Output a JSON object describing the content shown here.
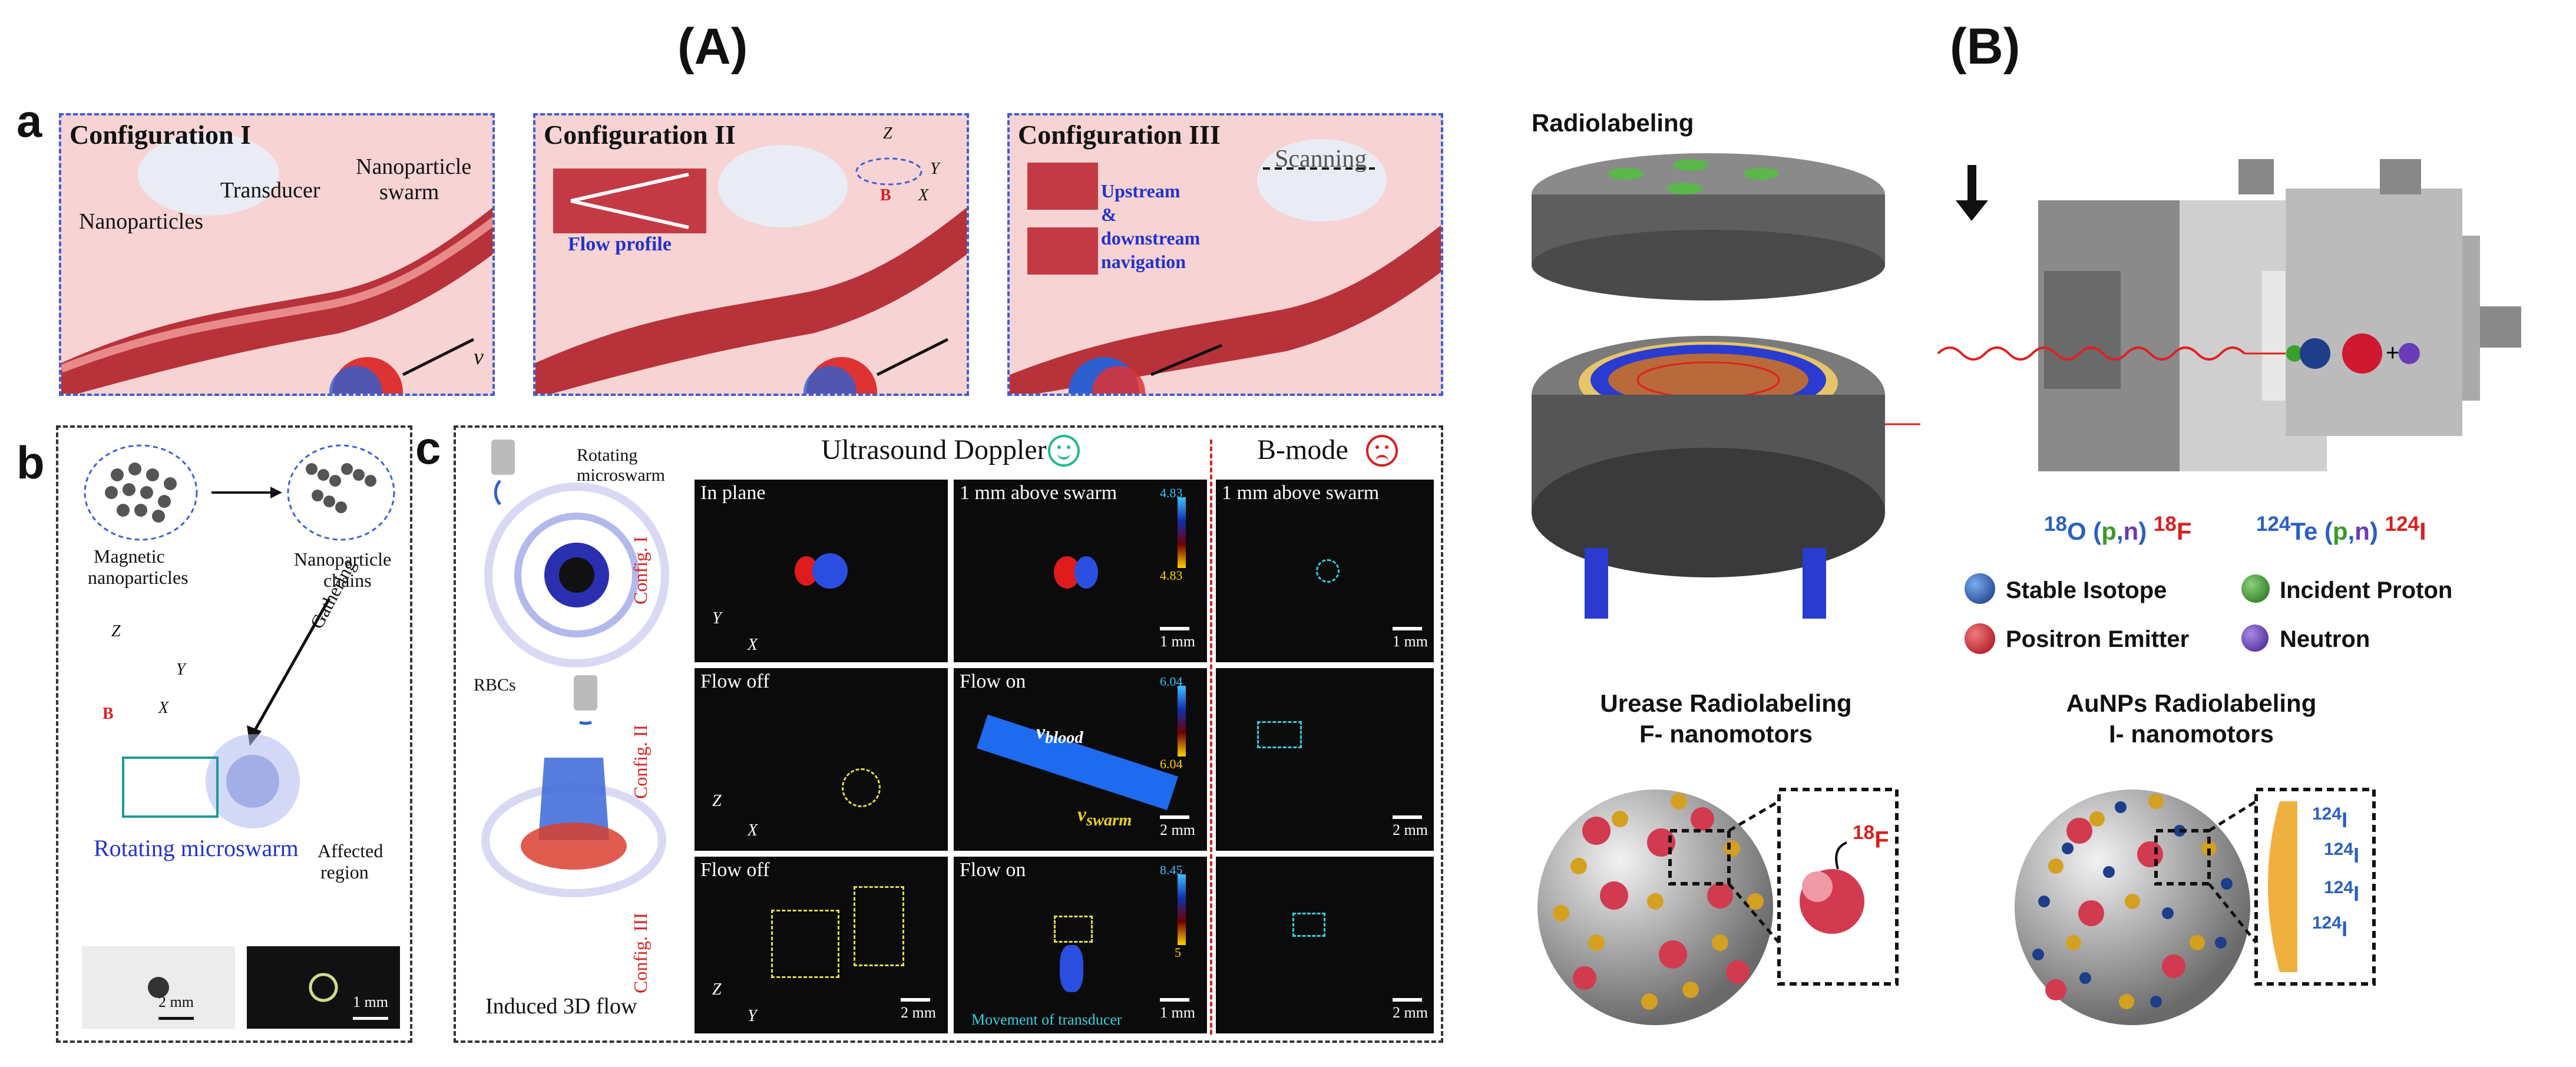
{
  "panel_A_title": "(A)",
  "panel_B_title": "(B)",
  "part_a": {
    "letter": "a",
    "configs": [
      {
        "title": "Configuration I",
        "labels": [
          "Transducer",
          "Nanoparticle",
          "swarm",
          "Nanoparticles"
        ],
        "velocity": "v"
      },
      {
        "title": "Configuration II",
        "labels": [
          "Flow profile"
        ],
        "axes": [
          "Z",
          "Y",
          "X",
          "B"
        ]
      },
      {
        "title": "Configuration III",
        "labels": [
          "Scanning",
          "Upstream",
          "&",
          "downstream",
          "navigation"
        ]
      }
    ]
  },
  "part_b": {
    "letter": "b",
    "labels": [
      "Magnetic",
      "nanoparticles",
      "Nanoparticle",
      "chains",
      "Gathering",
      "Rotating microswarm",
      "Affected",
      "region"
    ],
    "axes": [
      "Z",
      "Y",
      "X",
      "B"
    ],
    "scales": [
      "2 mm",
      "1 mm"
    ]
  },
  "part_c": {
    "letter": "c",
    "left_labels": [
      "Rotating",
      "microswarm",
      "RBCs",
      "Induced 3D flow"
    ],
    "doppler_header": "Ultrasound Doppler",
    "bmode_header": "B-mode",
    "row_labels": [
      "Config. I",
      "Config. II",
      "Config. III"
    ],
    "rows": [
      {
        "cells": [
          {
            "caption": "In plane",
            "scale": "",
            "axes": [
              "Y",
              "X"
            ]
          },
          {
            "caption": "1 mm above swarm",
            "scale": "1 mm",
            "cb_top": "4.83",
            "cb_bottom": "4.83"
          },
          {
            "caption": "1 mm above swarm",
            "scale": "1 mm"
          }
        ]
      },
      {
        "cells": [
          {
            "caption": "Flow off",
            "scale": "",
            "axes": [
              "Z",
              "X"
            ]
          },
          {
            "caption": "Flow on",
            "scale": "2 mm",
            "cb_top": "6.04",
            "cb_bottom": "6.04",
            "v_blood": "v",
            "v_blood_sub": "blood",
            "v_swarm": "v",
            "v_swarm_sub": "swarm"
          },
          {
            "caption": "",
            "scale": "2 mm"
          }
        ]
      },
      {
        "cells": [
          {
            "caption": "Flow off",
            "scale": "2 mm",
            "axes": [
              "Z",
              "Y"
            ]
          },
          {
            "caption": "Flow on",
            "scale": "1 mm",
            "cb_top": "8.45",
            "cb_bottom": "5",
            "note": "Movement of transducer"
          },
          {
            "caption": "",
            "scale": "2 mm"
          }
        ]
      }
    ]
  },
  "part_B": {
    "radiolabeling": "Radiolabeling",
    "reaction1": {
      "a": "18",
      "b": "O (",
      "p": "p",
      "comma": ",",
      "n": "n",
      "c": ") ",
      "d": "18",
      "e": "F"
    },
    "reaction2": {
      "a": "124",
      "b": "Te (",
      "p": "p",
      "comma": ",",
      "n": "n",
      "c": ") ",
      "d": "124",
      "e": "I"
    },
    "legend": [
      "Stable Isotope",
      "Incident Proton",
      "Positron Emitter",
      "Neutron"
    ],
    "urease": [
      "Urease Radiolabeling",
      "F- nanomotors"
    ],
    "aunps": [
      "AuNPs Radiolabeling",
      "I- nanomotors"
    ],
    "f_label": {
      "mass": "18",
      "sym": "F"
    },
    "i_labels": [
      "124",
      "I"
    ]
  },
  "colors": {
    "blue_dash": "#3a5fd9",
    "red_text": "#d92020",
    "blue_text": "#2a60c0",
    "green": "#3a9a2a",
    "purple": "#6a3ab8"
  }
}
